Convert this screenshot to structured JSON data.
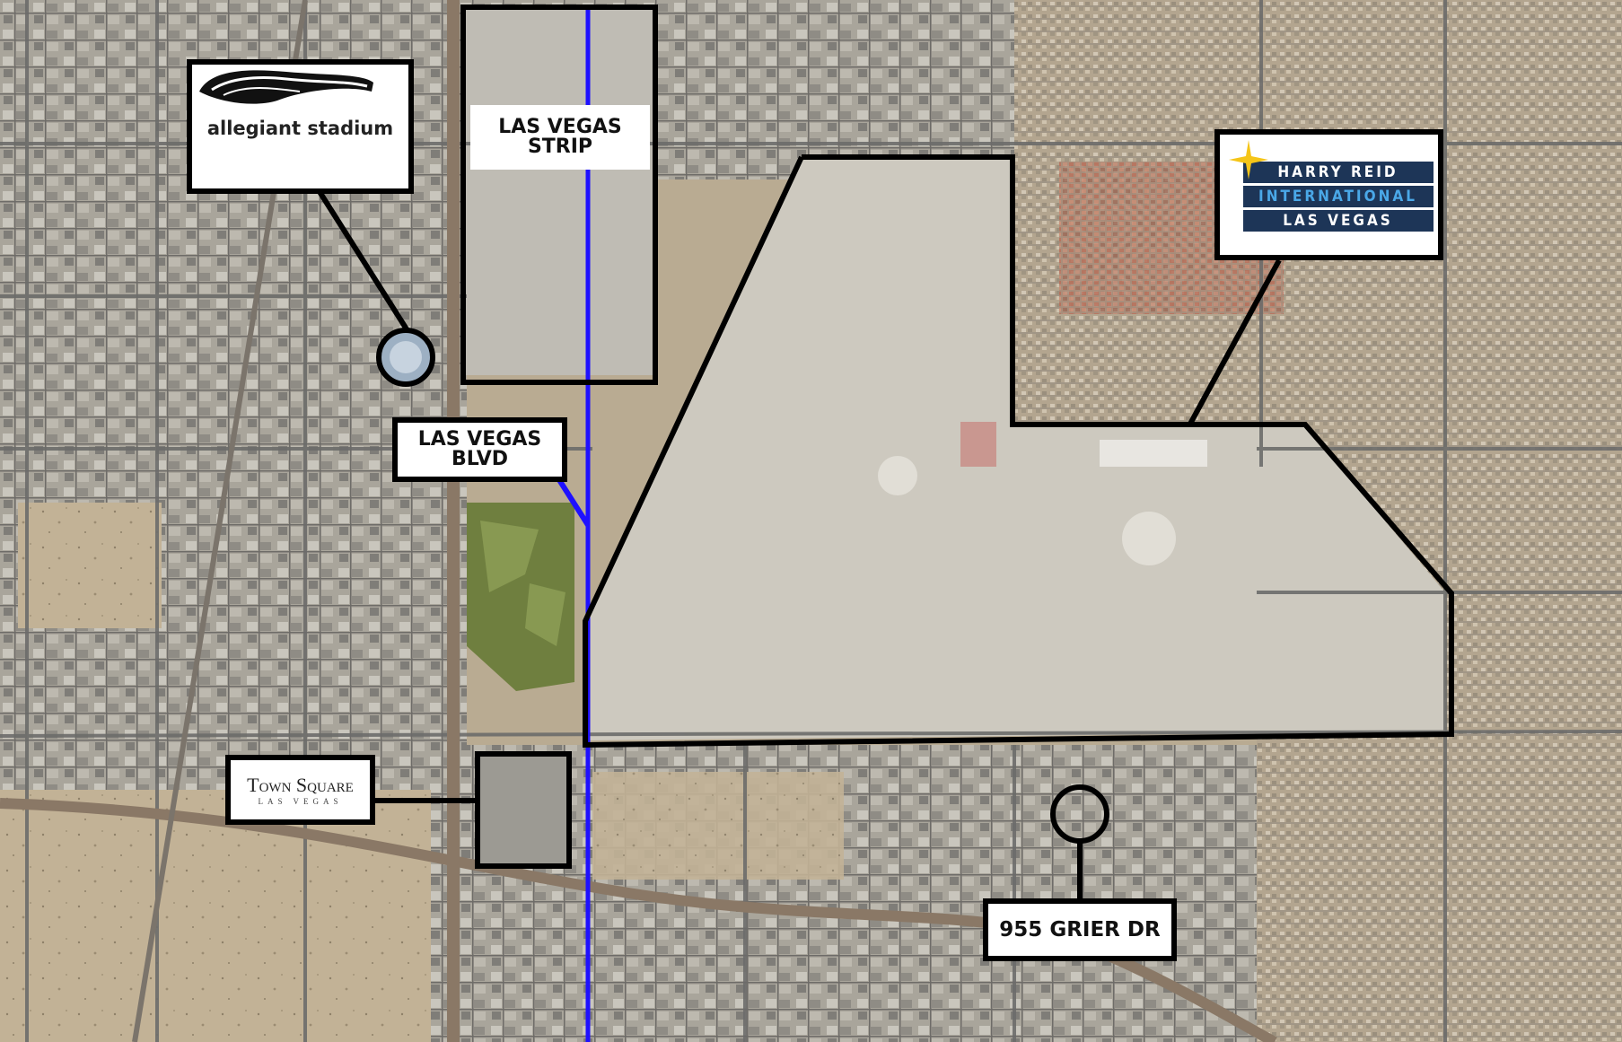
{
  "map": {
    "colors": {
      "land": "#b9ab92",
      "urban": "#9c9a93",
      "roads": "#6c6c6a",
      "freeway": "#8a7866",
      "airfield": "#cdc9bf",
      "runway": "#6f6b63",
      "golf": "#6f7f3f",
      "strip_route": "#1e10ff",
      "outline": "#000000"
    },
    "labels": {
      "strip": [
        "LAS VEGAS",
        "STRIP"
      ],
      "boulevard": [
        "LAS VEGAS",
        "BLVD"
      ],
      "property": "955 GRIER DR"
    },
    "logos": {
      "allegiant": {
        "text": "allegiant stadium",
        "icon": "stadium-logo-icon",
        "accent": "#f2a91b"
      },
      "airport": {
        "lines": [
          "HARRY REID",
          "INTERNATIONAL",
          "LAS VEGAS"
        ],
        "icon": "star-burst-icon",
        "navy": "#1d3557",
        "highlight": "#4aa8e8",
        "star": "#f5c518"
      },
      "town_square": {
        "lines": [
          "Town Square",
          "LAS VEGAS"
        ]
      }
    },
    "markers": {
      "stadium": "stadium-circle-marker",
      "property": "property-circle-marker"
    }
  }
}
